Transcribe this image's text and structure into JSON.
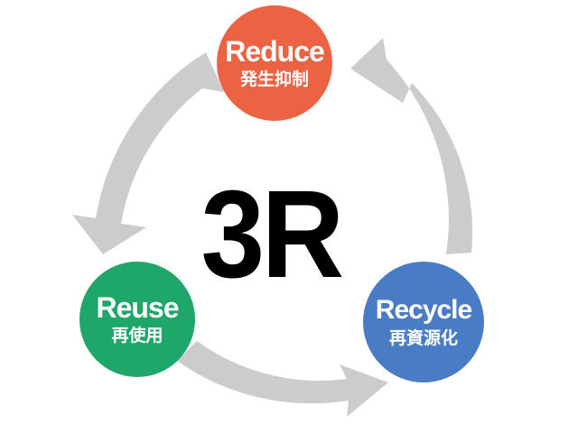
{
  "center": {
    "title": "3R"
  },
  "nodes": [
    {
      "en": "Reduce",
      "jp": "発生抑制",
      "color": "#ec6343"
    },
    {
      "en": "Reuse",
      "jp": "再使用",
      "color": "#1fa76b"
    },
    {
      "en": "Recycle",
      "jp": "再資源化",
      "color": "#4a7cc6"
    }
  ],
  "arrow_color": "#cccccc"
}
